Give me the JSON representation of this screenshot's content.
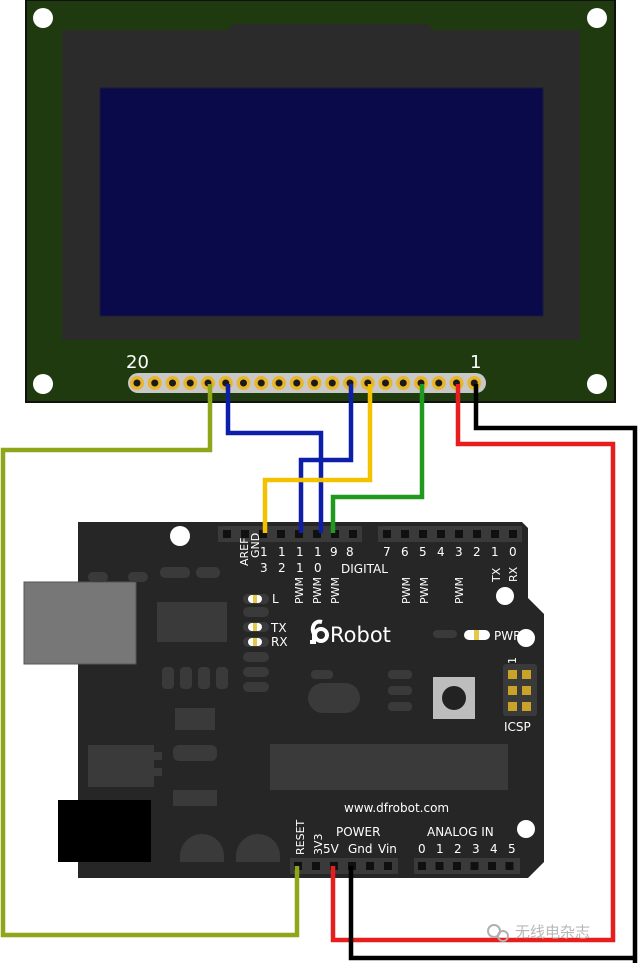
{
  "lcd": {
    "pin_start_label": "20",
    "pin_end_label": "1"
  },
  "board": {
    "brand": "Robot",
    "website": "www.dfrobot.com",
    "digital_header_label": "DIGITAL",
    "aref": "AREF",
    "gnd": "GND",
    "pin13": [
      "1",
      "3"
    ],
    "pin12": [
      "1",
      "2"
    ],
    "pin11": [
      "1",
      "1"
    ],
    "pin10": [
      "1",
      "0"
    ],
    "pin9": "9",
    "pin8": "8",
    "pin7": "7",
    "pin6": "6",
    "pin5": "5",
    "pin4": "4",
    "pin3": "3",
    "pin2": "2",
    "pin1": "1",
    "pin0": "0",
    "tx_pin": "TX",
    "rx_pin": "RX",
    "pwm": "PWM",
    "led_l": "L",
    "led_tx": "TX",
    "led_rx": "RX",
    "pwr": "PWR",
    "icsp": "ICSP",
    "icsp_num": "1",
    "reset": "RESET",
    "v33": "3V3",
    "power": "POWER",
    "v5": "5V",
    "gnd2": "Gnd",
    "vin": "Vin",
    "analog": "ANALOG IN",
    "analog_pins": [
      "0",
      "1",
      "2",
      "3",
      "4",
      "5"
    ]
  },
  "watermark": "无线电杂志",
  "colors": {
    "lcd_pcb": "#1f3a0e",
    "lcd_bezel": "#2b2b2b",
    "lcd_screen": "#0a0a4a",
    "board": "#262626",
    "wire_olive": "#8fa61a",
    "wire_blue": "#0d1ea8",
    "wire_yellow": "#f2c200",
    "wire_green": "#1f9a1f",
    "wire_red": "#e61e1e",
    "wire_black": "#000000"
  }
}
